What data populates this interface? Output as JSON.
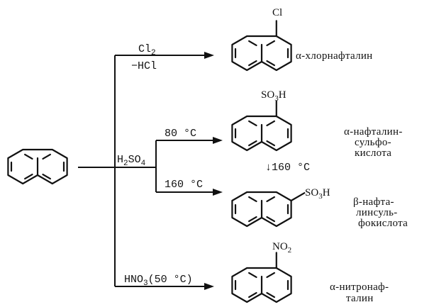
{
  "reactant": {
    "name": "naphthalene-structure"
  },
  "branches": {
    "chlorination": {
      "reagent_top": "Cl",
      "reagent_top_sub": "2",
      "reagent_bottom": "−HCl",
      "substituent": "Cl",
      "product_name": "α-хлорнафталин"
    },
    "sulfonation": {
      "reagent": "H",
      "reagent_sub1": "2",
      "reagent_mid": "SO",
      "reagent_sub2": "4",
      "low_temp": "80 °C",
      "high_temp": "160 °C",
      "alpha_group": "SO",
      "alpha_group_sub": "3",
      "alpha_group_end": "H",
      "beta_group": "SO",
      "beta_group_sub": "3",
      "beta_group_end": "H",
      "rearrangement": "↓160 °C",
      "alpha_name_lines": [
        "α-нафталин-",
        "сульфо-",
        "кислота"
      ],
      "beta_name_lines": [
        "β-нафта-",
        "линсуль-",
        "фокислота"
      ]
    },
    "nitration": {
      "reagent": "HNO",
      "reagent_sub": "3",
      "reagent_cond": "(50 °C)",
      "substituent": "NO",
      "substituent_sub": "2",
      "product_name_lines": [
        "α-нитронаф-",
        "талин"
      ]
    }
  }
}
